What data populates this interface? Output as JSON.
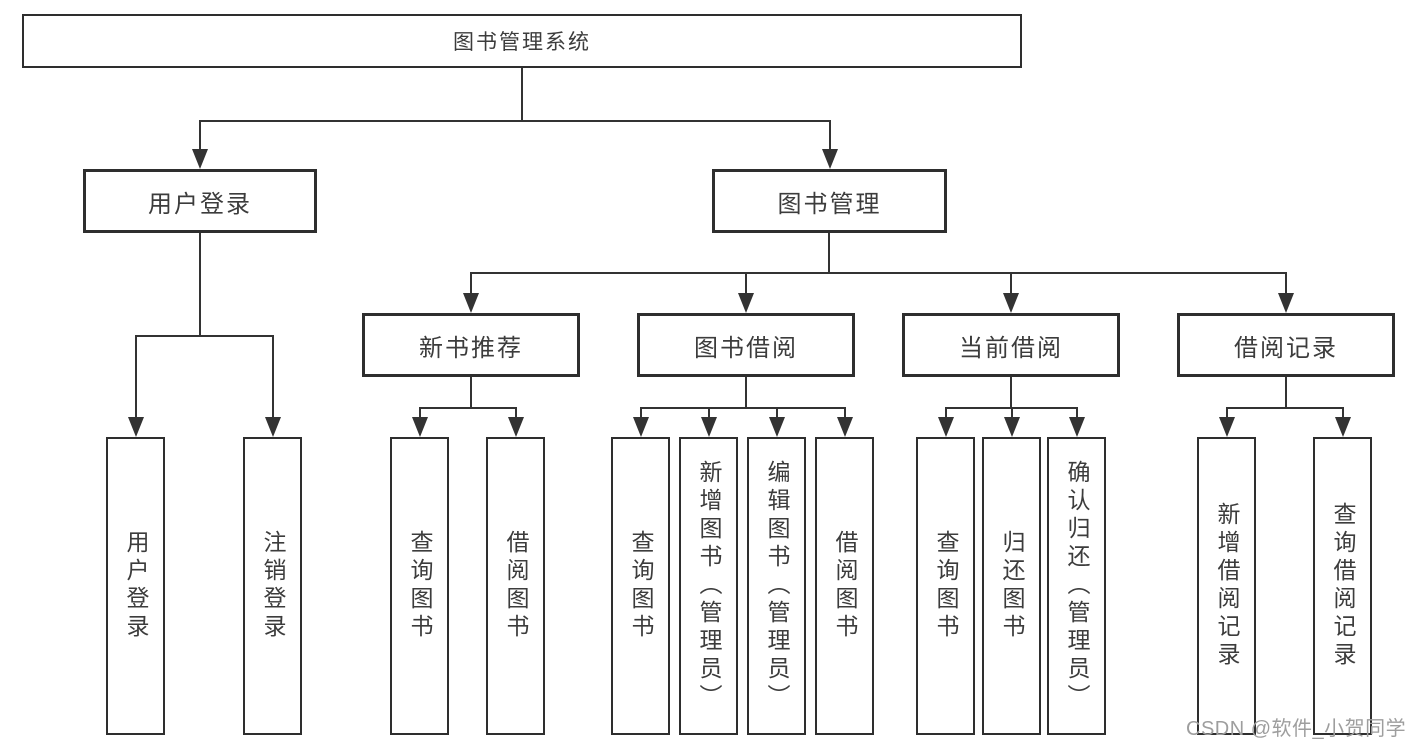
{
  "tree": {
    "label": "图书管理系统",
    "children": [
      {
        "label": "用户登录",
        "children": [
          {
            "label": "用户登录"
          },
          {
            "label": "注销登录"
          }
        ]
      },
      {
        "label": "图书管理",
        "children": [
          {
            "label": "新书推荐",
            "children": [
              {
                "label": "查询图书"
              },
              {
                "label": "借阅图书"
              }
            ]
          },
          {
            "label": "图书借阅",
            "children": [
              {
                "label": "查询图书"
              },
              {
                "label": "新增图书（管理员）"
              },
              {
                "label": "编辑图书（管理员）"
              },
              {
                "label": "借阅图书"
              }
            ]
          },
          {
            "label": "当前借阅",
            "children": [
              {
                "label": "查询图书"
              },
              {
                "label": "归还图书"
              },
              {
                "label": "确认归还（管理员）"
              }
            ]
          },
          {
            "label": "借阅记录",
            "children": [
              {
                "label": "新增借阅记录"
              },
              {
                "label": "查询借阅记录"
              }
            ]
          }
        ]
      }
    ]
  },
  "watermark": {
    "text": "CSDN @软件_小贺同学"
  },
  "colors": {
    "line": "#333333",
    "border": "#2e2e2e",
    "text": "#3c3c3c",
    "watermark": "#9e9e9e",
    "background": "#ffffff"
  }
}
